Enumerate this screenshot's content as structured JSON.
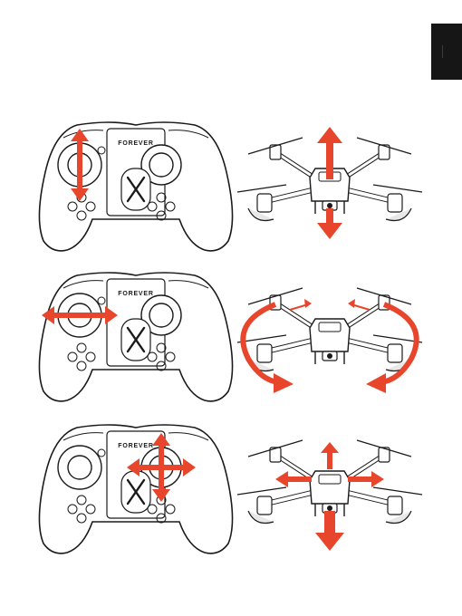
{
  "brand": "FOREVER",
  "colors": {
    "arrow": "#e8462c",
    "line": "#1a1a1a",
    "tab": "#161616"
  },
  "illustrations": [
    {
      "row": 1,
      "stick": "left",
      "stick_motion": "up-down",
      "drone_motion": "ascend-descend"
    },
    {
      "row": 2,
      "stick": "left",
      "stick_motion": "left-right",
      "drone_motion": "rotate"
    },
    {
      "row": 3,
      "stick": "right",
      "stick_motion": "four-way",
      "drone_motion": "move-directions"
    }
  ]
}
